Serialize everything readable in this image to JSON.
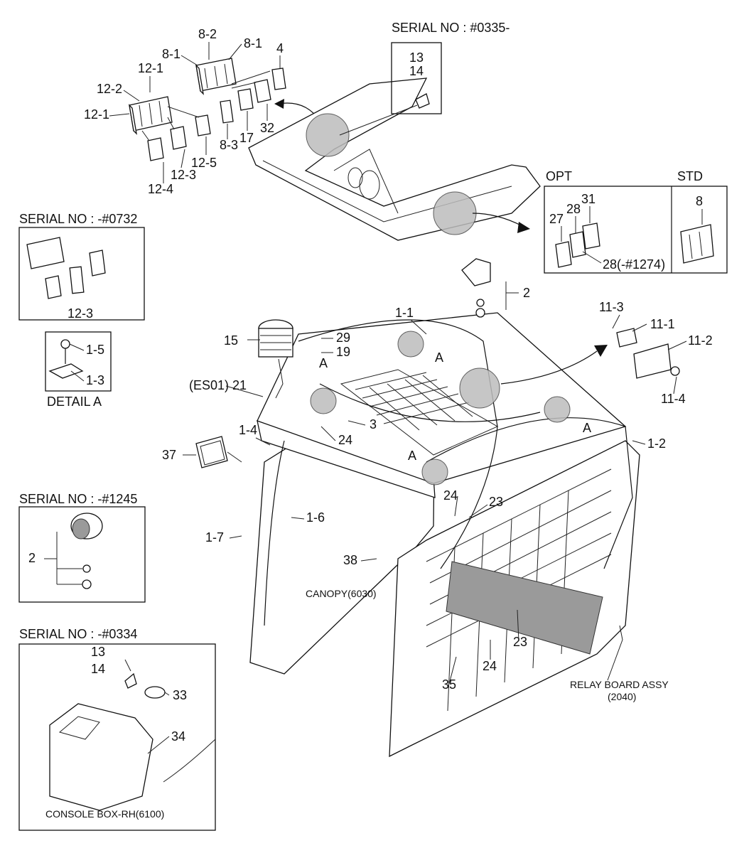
{
  "serials": {
    "top": "SERIAL NO : #0335-",
    "left1": "SERIAL NO : -#0732",
    "left2": "SERIAL NO : -#1245",
    "bottom": "SERIAL NO : -#0334"
  },
  "captions": {
    "opt": "OPT",
    "std": "STD",
    "detail_a": "DETAIL A",
    "canopy": "CANOPY(6030)",
    "relay_1": "RELAY BOARD ASSY",
    "relay_2": "(2040)",
    "console": "CONSOLE BOX-RH(6100)",
    "es01": "(ES01) 21",
    "a_letter": "A"
  },
  "callouts": {
    "p8_2": "8-2",
    "p8_1a": "8-1",
    "p8_1b": "8-1",
    "p4": "4",
    "p12_1a": "12-1",
    "p12_2": "12-2",
    "p12_1b": "12-1",
    "p8_3": "8-3",
    "p17": "17",
    "p32": "32",
    "p12_5": "12-5",
    "p12_3": "12-3",
    "p12_4": "12-4",
    "p13a": "13",
    "p14a": "14",
    "p27": "27",
    "p28": "28",
    "p31": "31",
    "p28b": "28(-#1274)",
    "p8": "8",
    "p2a": "2",
    "p12_3b": "12-3",
    "p1_5": "1-5",
    "p1_3": "1-3",
    "p1_1": "1-1",
    "p11_3": "11-3",
    "p11_1": "11-1",
    "p11_2": "11-2",
    "p11_4": "11-4",
    "p15": "15",
    "p29": "29",
    "p19": "19",
    "p3": "3",
    "p24a": "24",
    "p1_4": "1-4",
    "p37": "37",
    "p1_2": "1-2",
    "p24b": "24",
    "p23a": "23",
    "p1_6": "1-6",
    "p1_7": "1-7",
    "p38": "38",
    "p2b": "2",
    "p23b": "23",
    "p24c": "24",
    "p35": "35",
    "p13b": "13",
    "p14b": "14",
    "p33": "33",
    "p34": "34"
  }
}
